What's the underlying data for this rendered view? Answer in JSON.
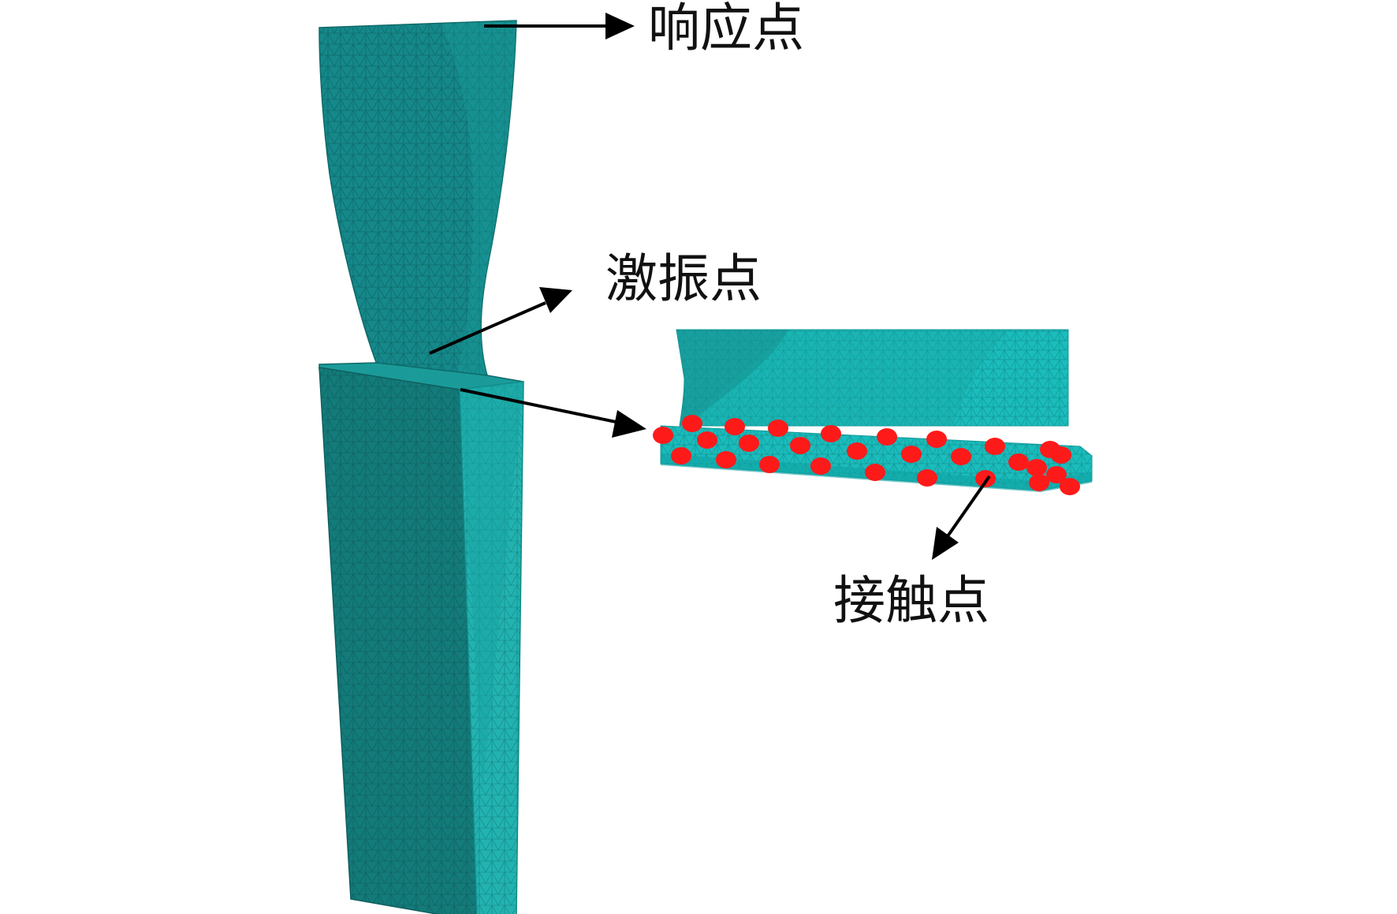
{
  "labels": {
    "response_point": "响应点",
    "excitation_point": "激振点",
    "contact_point": "接触点"
  },
  "colors": {
    "mesh_dark": "#137b7a",
    "mesh_mid": "#16908e",
    "mesh_light": "#1fb4b2",
    "mesh_line": "#0e5f5e",
    "contact_dot": "#ff1a1a",
    "arrow": "#000000",
    "background": "#ffffff"
  },
  "contact_points_count": 28
}
